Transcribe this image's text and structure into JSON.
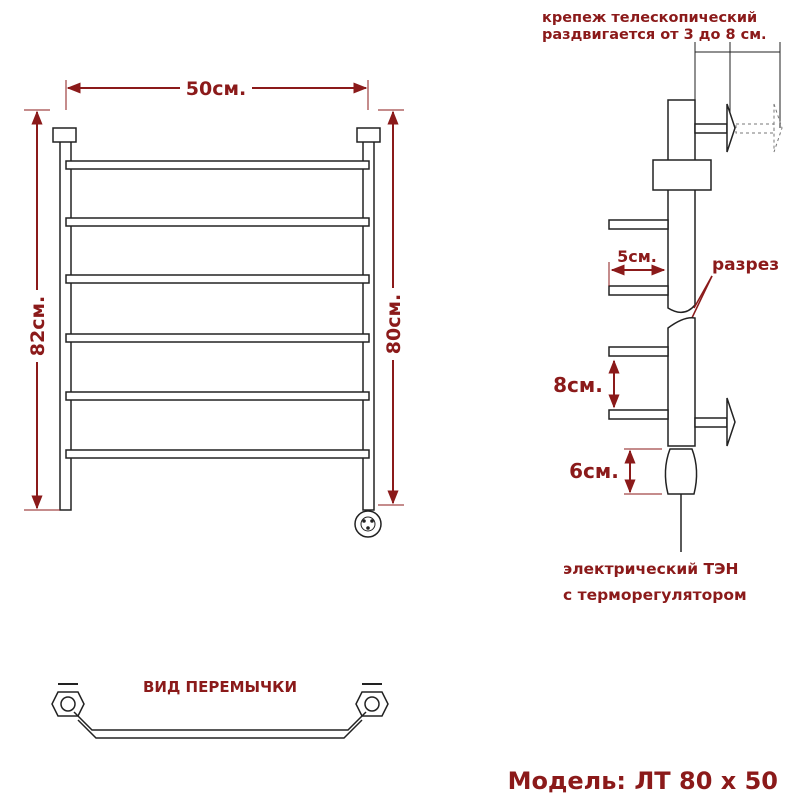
{
  "colors": {
    "dimension": "#8b1a1a",
    "outline": "#222222",
    "text": "#8b1a1a"
  },
  "front_view": {
    "width_label": "50см.",
    "total_height_label": "82см.",
    "rail_height_label": "80см."
  },
  "side_view": {
    "mount_note_line1": "крепеж телескопический",
    "mount_note_line2": "раздвигается от 3 до 8 см.",
    "offset_label": "5см.",
    "cut_label": "разрез",
    "spacing_label": "8см.",
    "heater_label": "6см.",
    "heater_note_line1": "электрический   ТЭН",
    "heater_note_line2": "с терморегулятором"
  },
  "jumper_view": {
    "title": "ВИД ПЕРЕМЫЧКИ"
  },
  "model": {
    "label": "Модель: ЛТ 80 x 50"
  }
}
